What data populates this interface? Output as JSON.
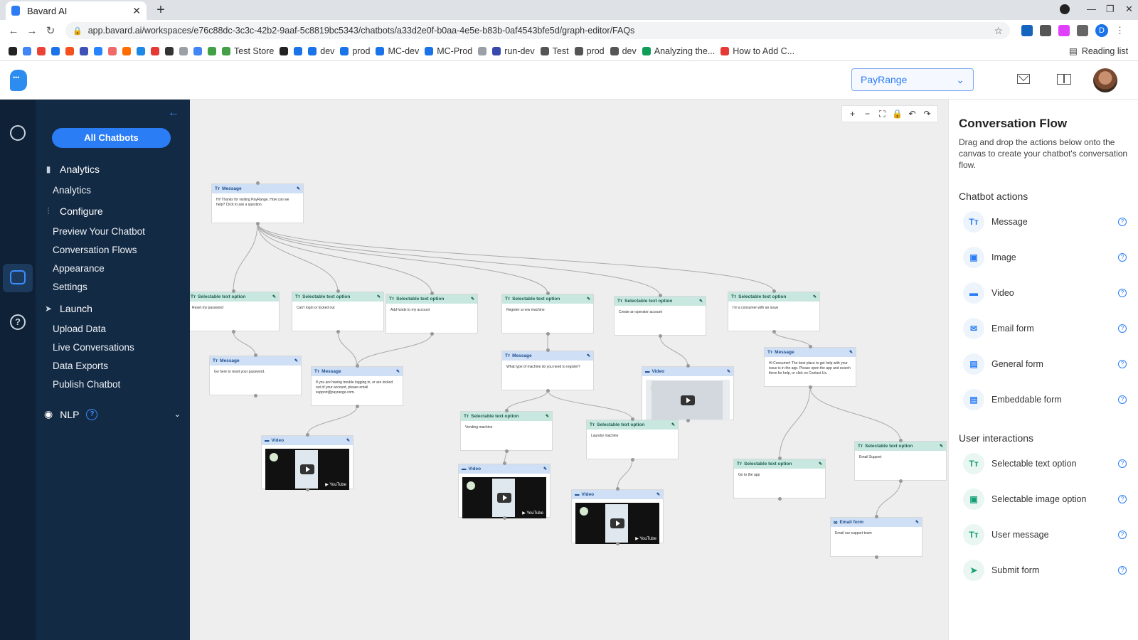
{
  "browser": {
    "tab_title": "Bavard AI",
    "url": "app.bavard.ai/workspaces/e76c88dc-3c3c-42b2-9aaf-5c8819bc5343/chatbots/a33d2e0f-b0aa-4e5e-b83b-0af4543bfe5d/graph-editor/FAQs",
    "profile_initial": "D",
    "reading_list": "Reading list",
    "bookmarks": [
      {
        "label": "",
        "color": "#222"
      },
      {
        "label": "",
        "color": "#4285f4"
      },
      {
        "label": "",
        "color": "#ea4335"
      },
      {
        "label": "",
        "color": "#1a73e8"
      },
      {
        "label": "",
        "color": "#f4511e"
      },
      {
        "label": "",
        "color": "#3f51b5"
      },
      {
        "label": "",
        "color": "#2684ff"
      },
      {
        "label": "",
        "color": "#f06a6a"
      },
      {
        "label": "",
        "color": "#ff6d00"
      },
      {
        "label": "",
        "color": "#1e88e5"
      },
      {
        "label": "",
        "color": "#e53935"
      },
      {
        "label": "",
        "color": "#333"
      },
      {
        "label": "",
        "color": "#9aa0a6"
      },
      {
        "label": "",
        "color": "#4285f4"
      },
      {
        "label": "",
        "color": "#43a047"
      },
      {
        "label": "Test Store",
        "color": "#43a047"
      },
      {
        "label": "",
        "color": "#222"
      },
      {
        "label": "",
        "color": "#1a73e8"
      },
      {
        "label": "dev",
        "color": "#1a73e8"
      },
      {
        "label": "prod",
        "color": "#1a73e8"
      },
      {
        "label": "MC-dev",
        "color": "#1a73e8"
      },
      {
        "label": "MC-Prod",
        "color": "#1a73e8"
      },
      {
        "label": "",
        "color": "#9aa0a6"
      },
      {
        "label": "run-dev",
        "color": "#3949ab"
      },
      {
        "label": "Test",
        "color": "#555"
      },
      {
        "label": "prod",
        "color": "#555"
      },
      {
        "label": "dev",
        "color": "#555"
      },
      {
        "label": "Analyzing the...",
        "color": "#0f9d58"
      },
      {
        "label": "How to Add C...",
        "color": "#e53935"
      }
    ]
  },
  "header": {
    "workspace": "PayRange"
  },
  "sidebar": {
    "all_chatbots": "All Chatbots",
    "sections": [
      {
        "label": "Analytics",
        "icon": "bar-chart-icon"
      },
      {
        "label": "Configure",
        "icon": "sliders-icon"
      },
      {
        "label": "Launch",
        "icon": "send-icon"
      }
    ],
    "analytics_items": [
      "Analytics"
    ],
    "configure_items": [
      "Preview Your Chatbot",
      "Conversation Flows",
      "Appearance",
      "Settings"
    ],
    "launch_items": [
      "Upload Data",
      "Live Conversations",
      "Data Exports",
      "Publish Chatbot"
    ],
    "nlp": "NLP"
  },
  "canvas": {
    "tools": [
      "+",
      "−",
      "⛶",
      "🔒",
      "↶",
      "↷"
    ],
    "nodes": {
      "n1": {
        "type": "Message",
        "text": "Hi! Thanks for visiting PayRange. How can we help? Click to ask a question."
      },
      "n2": {
        "type": "Selectable text option",
        "text": "Reset my password"
      },
      "n3": {
        "type": "Selectable text option",
        "text": "Can't login or locked out"
      },
      "n4": {
        "type": "Selectable text option",
        "text": "Add funds to my account"
      },
      "n5": {
        "type": "Selectable text option",
        "text": "Register a new machine"
      },
      "n6": {
        "type": "Selectable text option",
        "text": "Create an operator account"
      },
      "n7": {
        "type": "Selectable text option",
        "text": "I'm a consumer with an issue"
      },
      "n8": {
        "type": "Message",
        "text": "Go here to reset your password."
      },
      "n9": {
        "type": "Message",
        "text": "If you are having trouble logging in, or are locked out of your account, please email support@payrange.com."
      },
      "n10": {
        "type": "Message",
        "text": "What type of machine do you need to register?"
      },
      "n11": {
        "type": "Video",
        "text": ""
      },
      "n12": {
        "type": "Message",
        "text": "Hi Consumer! The best place to get help with your issue is in the app. Please open the app and search there for help, or click on Contact Us."
      },
      "n13": {
        "type": "Selectable text option",
        "text": "Vending machine"
      },
      "n14": {
        "type": "Selectable text option",
        "text": "Laundry machine"
      },
      "n15": {
        "type": "Video",
        "text": ""
      },
      "n16": {
        "type": "Video",
        "text": ""
      },
      "n17": {
        "type": "Video",
        "text": ""
      },
      "n18": {
        "type": "Selectable text option",
        "text": "Go to the app"
      },
      "n19": {
        "type": "Selectable text option",
        "text": "Email Support"
      },
      "n20": {
        "type": "Email form",
        "text": "Email our support team"
      }
    }
  },
  "panel": {
    "title": "Conversation Flow",
    "description": "Drag and drop the actions below onto the canvas to create your chatbot's conversation flow.",
    "chatbot_actions_title": "Chatbot actions",
    "chatbot_actions": [
      "Message",
      "Image",
      "Video",
      "Email form",
      "General form",
      "Embeddable form"
    ],
    "user_interactions_title": "User interactions",
    "user_interactions": [
      "Selectable text option",
      "Selectable image option",
      "User message",
      "Submit form"
    ]
  },
  "colors": {
    "accent": "#2b7df5",
    "sidebar_bg": "#132a44",
    "rail_bg": "#0f2136",
    "message_header": "#cfdff5",
    "option_header": "#c7e7df"
  }
}
